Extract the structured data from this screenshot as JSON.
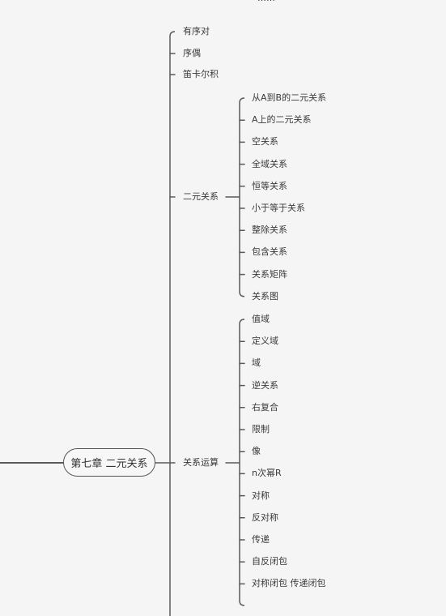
{
  "root": {
    "label": "第七章 二元关系"
  },
  "top_cutoff_text": "……",
  "branches": [
    {
      "label": "有序对",
      "children": []
    },
    {
      "label": "序偶",
      "children": []
    },
    {
      "label": "笛卡尔积",
      "children": []
    },
    {
      "label": "二元关系",
      "children": [
        "从A到B的二元关系",
        "A上的二元关系",
        "空关系",
        "全域关系",
        "恒等关系",
        "小于等于关系",
        "整除关系",
        "包含关系",
        "关系矩阵",
        "关系图"
      ]
    },
    {
      "label": "关系运算",
      "children": [
        "值域",
        "定义域",
        "域",
        "逆关系",
        "右复合",
        "限制",
        "像",
        "n次幂R",
        "对称",
        "反对称",
        "传递",
        "自反闭包",
        "对称闭包 传递闭包"
      ]
    }
  ],
  "colors": {
    "line": "#5a5a5a",
    "background": "#f5f5f5",
    "text": "#3a3a3a"
  }
}
